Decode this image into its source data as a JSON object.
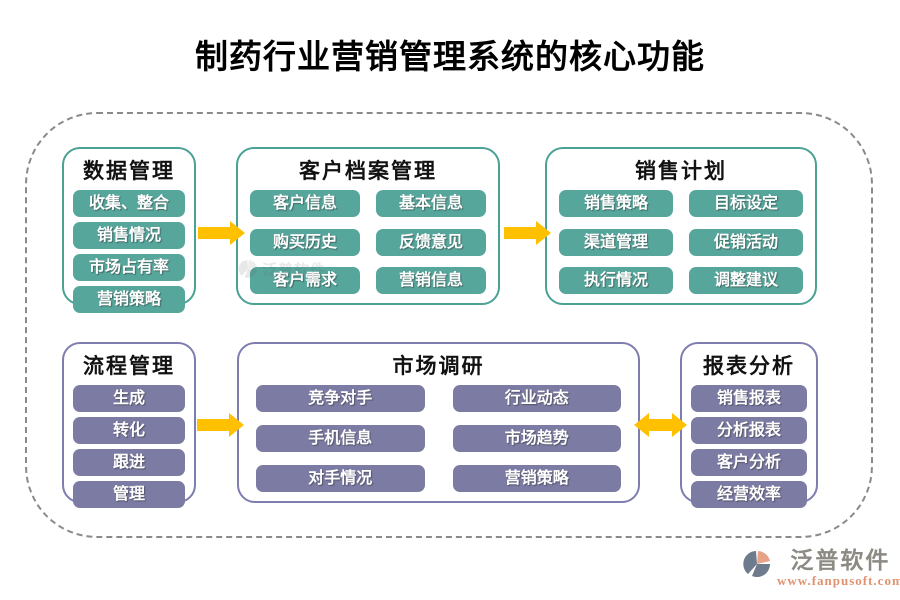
{
  "title": "制药行业营销管理系统的核心功能",
  "colors": {
    "teal_fill": "#56A69C",
    "teal_border": "#4AA294",
    "purple_fill": "#7B7BA4",
    "purple_border": "#7D7DB0",
    "arrow": "#FFC000",
    "logo_text": "#8D8A84",
    "logo_url": "#E09270"
  },
  "panels": [
    {
      "title": "数据管理",
      "theme": "teal",
      "columns": 1,
      "items": [
        "收集、整合",
        "销售情况",
        "市场占有率",
        "营销策略"
      ]
    },
    {
      "title": "客户档案管理",
      "theme": "teal",
      "columns": 2,
      "items": [
        "客户信息",
        "基本信息",
        "购买历史",
        "反馈意见",
        "客户需求",
        "营销信息"
      ]
    },
    {
      "title": "销售计划",
      "theme": "teal",
      "columns": 2,
      "items": [
        "销售策略",
        "目标设定",
        "渠道管理",
        "促销活动",
        "执行情况",
        "调整建议"
      ]
    },
    {
      "title": "流程管理",
      "theme": "purple",
      "columns": 1,
      "items": [
        "生成",
        "转化",
        "跟进",
        "管理"
      ]
    },
    {
      "title": "市场调研",
      "theme": "purple",
      "columns": 2,
      "items": [
        "竞争对手",
        "行业动态",
        "手机信息",
        "市场趋势",
        "对手情况",
        "营销策略"
      ]
    },
    {
      "title": "报表分析",
      "theme": "purple",
      "columns": 1,
      "items": [
        "销售报表",
        "分析报表",
        "客户分析",
        "经营效率"
      ]
    }
  ],
  "arrows": [
    {
      "between": "数据管理→客户档案管理",
      "direction": "right"
    },
    {
      "between": "客户档案管理→销售计划",
      "direction": "right"
    },
    {
      "between": "流程管理→市场调研",
      "direction": "right"
    },
    {
      "between": "市场调研↔报表分析",
      "direction": "both"
    }
  ],
  "logo": {
    "name": "泛普软件",
    "url": "www.fanpusoft.com"
  }
}
